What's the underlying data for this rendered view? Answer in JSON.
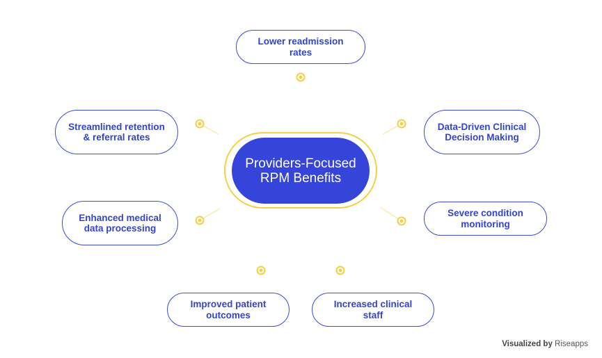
{
  "center": {
    "label": "Providers-Focused RPM Benefits"
  },
  "benefits": [
    {
      "label": "Lower readmission rates"
    },
    {
      "label": "Data-Driven Clinical Decision Making"
    },
    {
      "label": "Severe condition monitoring"
    },
    {
      "label": "Increased clinical staff"
    },
    {
      "label": "Improved patient outcomes"
    },
    {
      "label": "Enhanced medical data processing"
    },
    {
      "label": "Streamlined retention & referral rates"
    }
  ],
  "footer": {
    "lead": "Visualized by",
    "brand": "Riseapps"
  },
  "colors": {
    "primary": "#3545d9",
    "border": "#3a4bd8",
    "accent": "#f7cf45"
  }
}
